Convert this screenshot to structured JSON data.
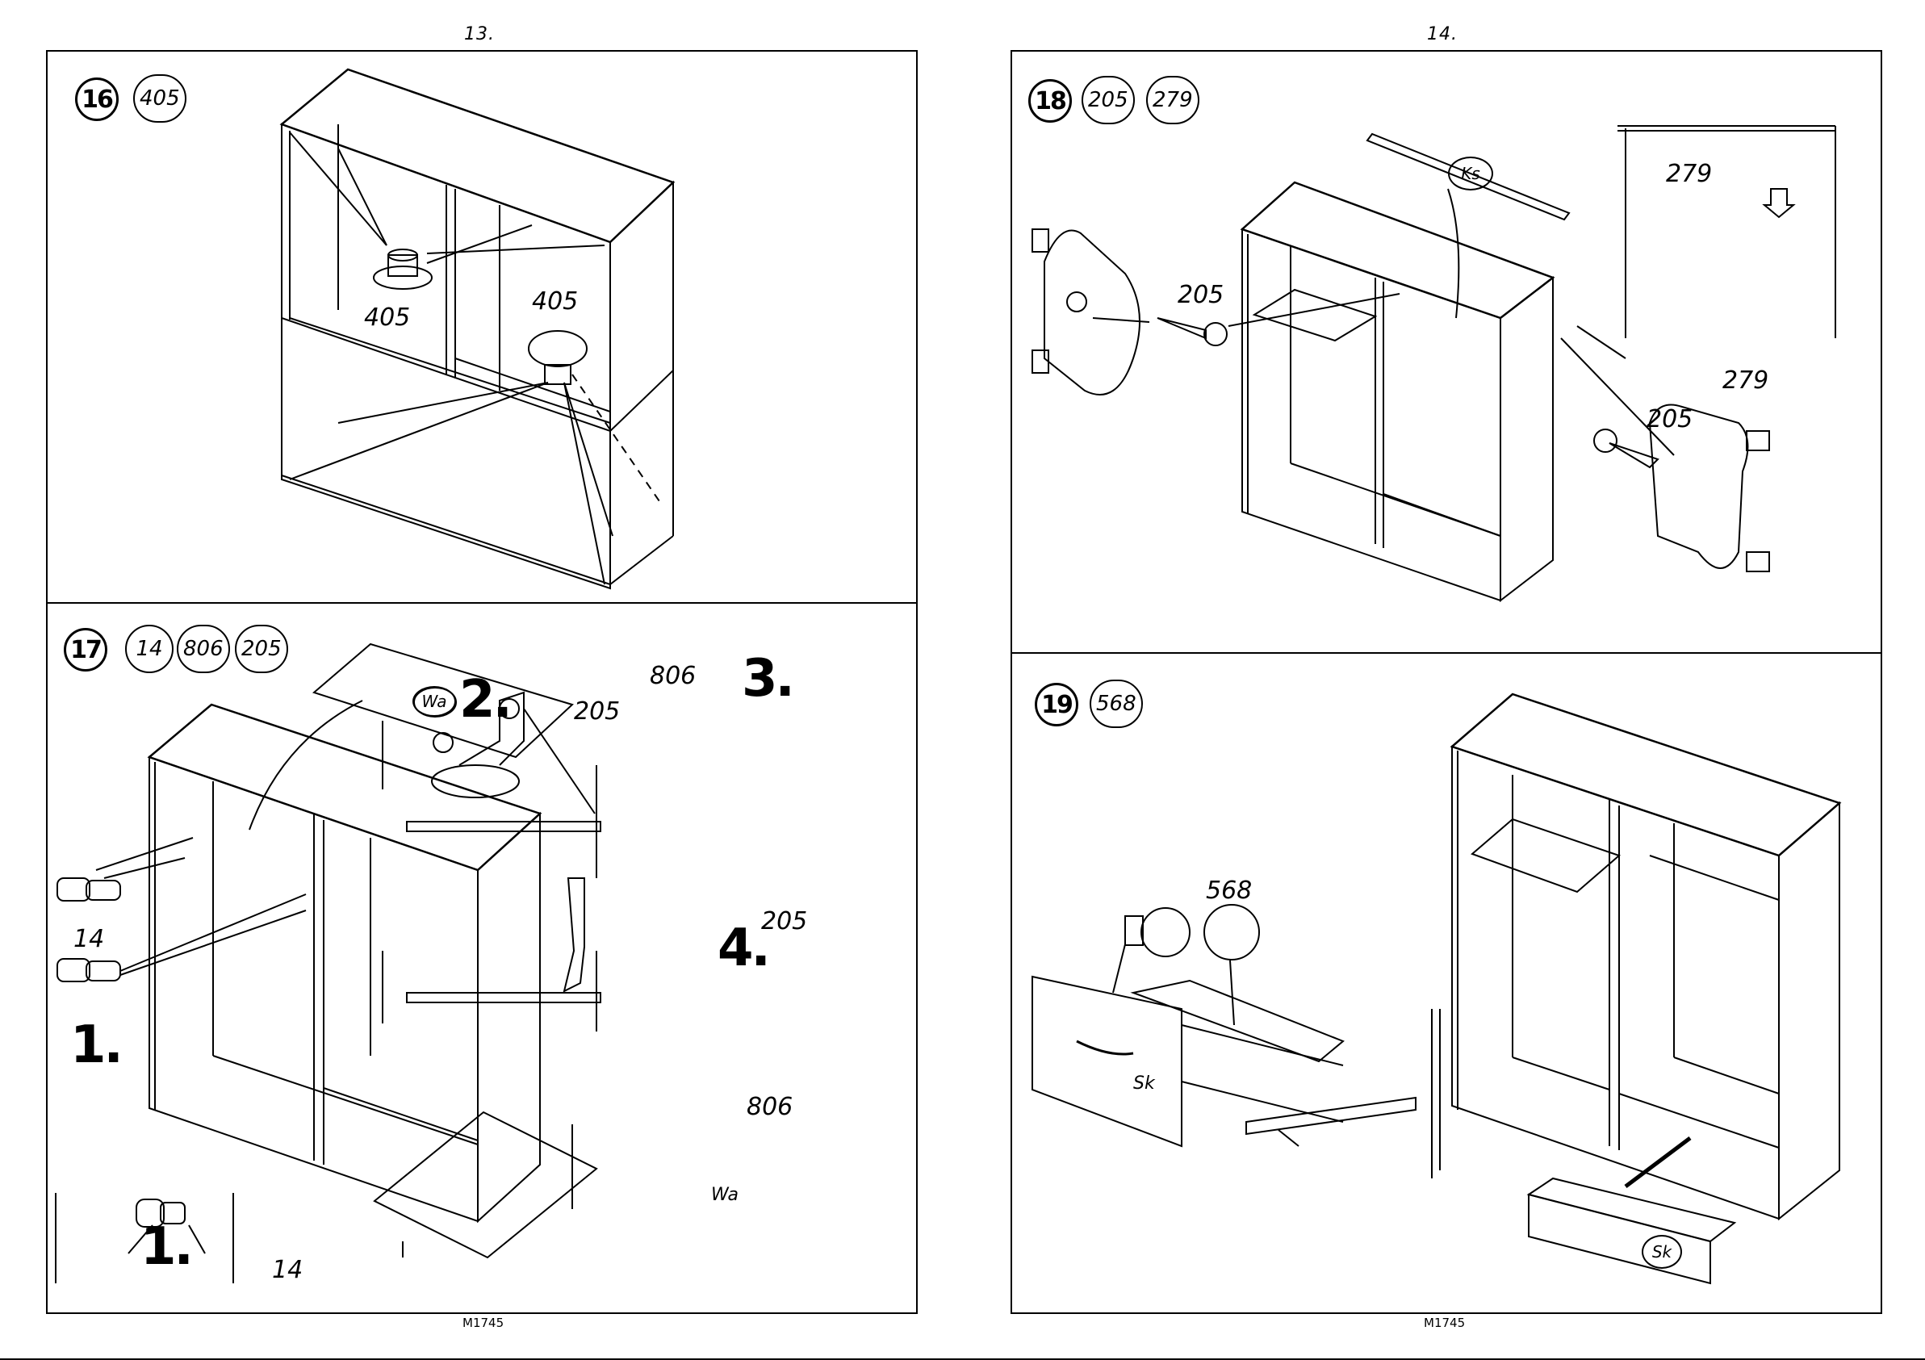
{
  "pages": [
    {
      "number": "13.",
      "footer": "M1745"
    },
    {
      "number": "14.",
      "footer": "M1745"
    }
  ],
  "steps": {
    "s16": {
      "number": "16",
      "parts": [
        "405"
      ],
      "labels": {
        "cap_left": "405",
        "cap_right": "405"
      }
    },
    "s17": {
      "number": "17",
      "parts": [
        "14",
        "806",
        "205"
      ],
      "labels": {
        "panel_code": "Wa",
        "panel_code_2": "Wa",
        "step1": "1.",
        "step2": "2.",
        "step3": "3.",
        "step4": "4.",
        "dowel": "14",
        "dowel_2": "14",
        "bracket": "806",
        "bracket_2": "806",
        "screw": "205",
        "screw_2": "205",
        "step1_bottom": "1."
      }
    },
    "s18": {
      "number": "18",
      "parts": [
        "205",
        "279"
      ],
      "labels": {
        "rail": "Ks",
        "screw_left": "205",
        "screw_right": "205",
        "holder": "279",
        "detail": "279"
      }
    },
    "s19": {
      "number": "19",
      "parts": [
        "568"
      ],
      "labels": {
        "cam": "568",
        "drawer_front": "Sk",
        "drawer_front_2": "Sk"
      }
    }
  }
}
